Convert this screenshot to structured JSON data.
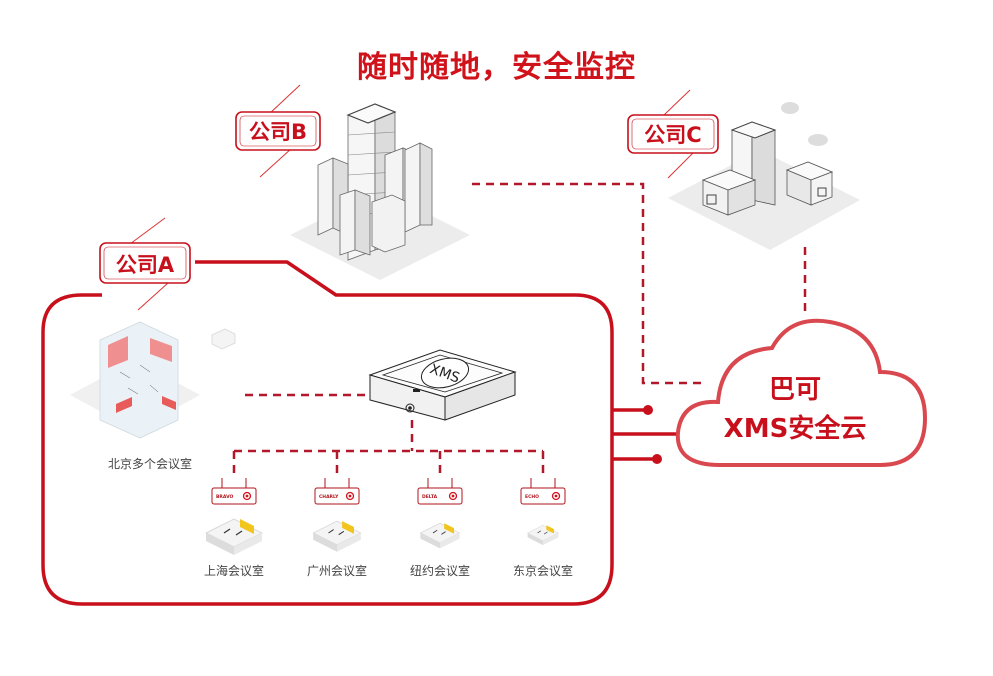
{
  "title": "随时随地，安全监控",
  "colors": {
    "brand_red": "#c8101c",
    "dash_red": "#b3182a",
    "building_gray": "#e6e6e6"
  },
  "companies": {
    "a": {
      "label": "公司A"
    },
    "b": {
      "label": "公司B"
    },
    "c": {
      "label": "公司C"
    }
  },
  "beijing": {
    "label": "北京多个会议室",
    "icon": "office-building-cluster"
  },
  "xms_box": {
    "label": "XMS",
    "icon": "xms-appliance"
  },
  "rooms": [
    {
      "router_label": "BRAVO",
      "label": "上海会议室"
    },
    {
      "router_label": "CHARLY",
      "label": "广州会议室"
    },
    {
      "router_label": "DELTA",
      "label": "纽约会议室"
    },
    {
      "router_label": "ECHO",
      "label": "东京会议室"
    }
  ],
  "cloud": {
    "line1": "巴可",
    "line2": "XMS安全云",
    "icon": "cloud"
  }
}
